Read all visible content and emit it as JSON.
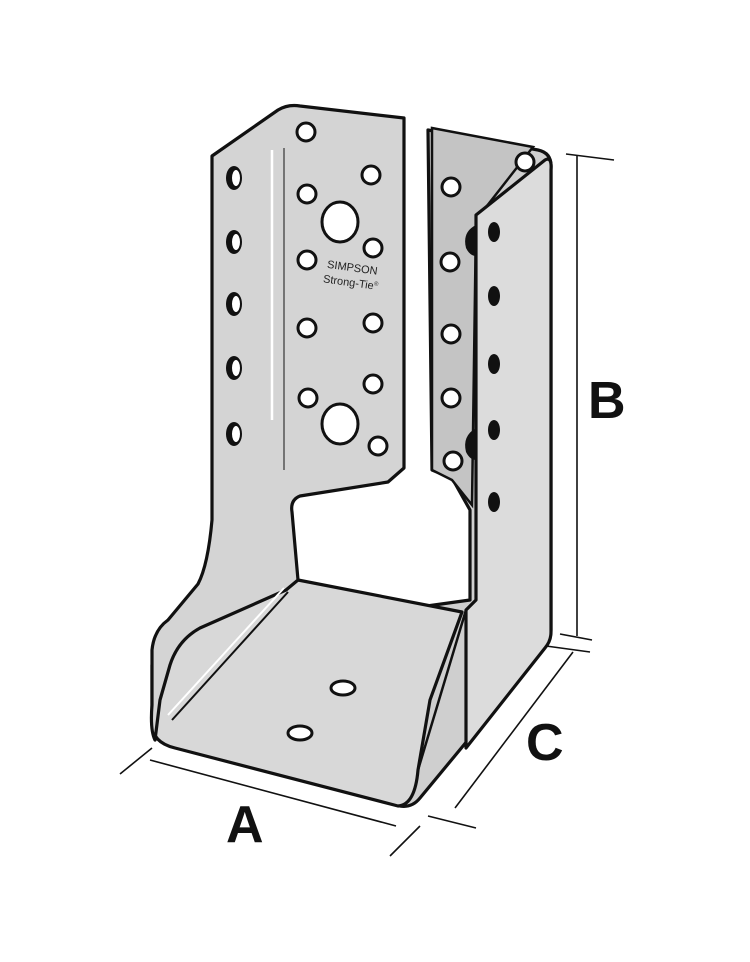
{
  "diagram": {
    "brand_line1": "SIMPSON",
    "brand_line2": "Strong-Tie",
    "brand_mark": "®",
    "dimension_labels": {
      "a": "A",
      "b": "B",
      "c": "C"
    },
    "colors": {
      "metal": "#d6d6d6",
      "metal_dark": "#b9b9b9",
      "outline": "#111111"
    }
  }
}
